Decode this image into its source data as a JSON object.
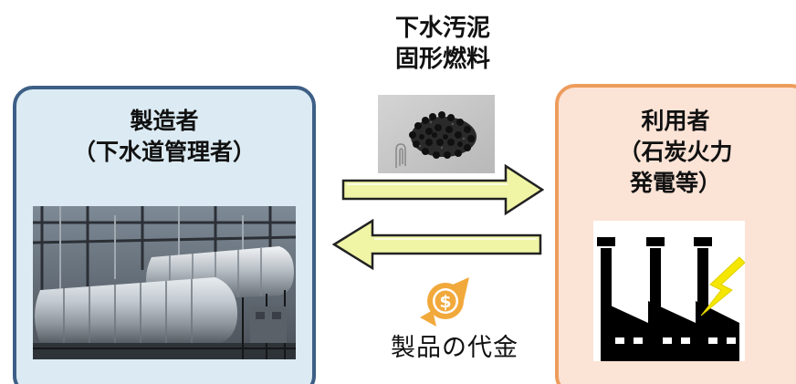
{
  "producer": {
    "title": "製造者",
    "subtitle": "（下水道管理者）"
  },
  "user": {
    "title": "利用者",
    "subtitle_line1": "（石炭火力",
    "subtitle_line2": "発電等）"
  },
  "product": {
    "line1": "下水汚泥",
    "line2": "固形燃料"
  },
  "payment": {
    "label": "製品の代金"
  },
  "colors": {
    "producer_fill": "#dcebf3",
    "producer_border": "#3d5f86",
    "user_fill": "#fbe3d6",
    "user_border": "#ee9c5c",
    "arrow_fill": "#f0f5a6",
    "arrow_border": "#222222",
    "coin": "#f2a93b",
    "lightning": "#f5e600"
  },
  "icons": {
    "factory": "factory-icon",
    "coin": "dollar-coin-icon",
    "lightning": "lightning-icon",
    "fuel_photo": "fuel-pellets-photo",
    "plant_photo": "plant-facility-photo"
  }
}
